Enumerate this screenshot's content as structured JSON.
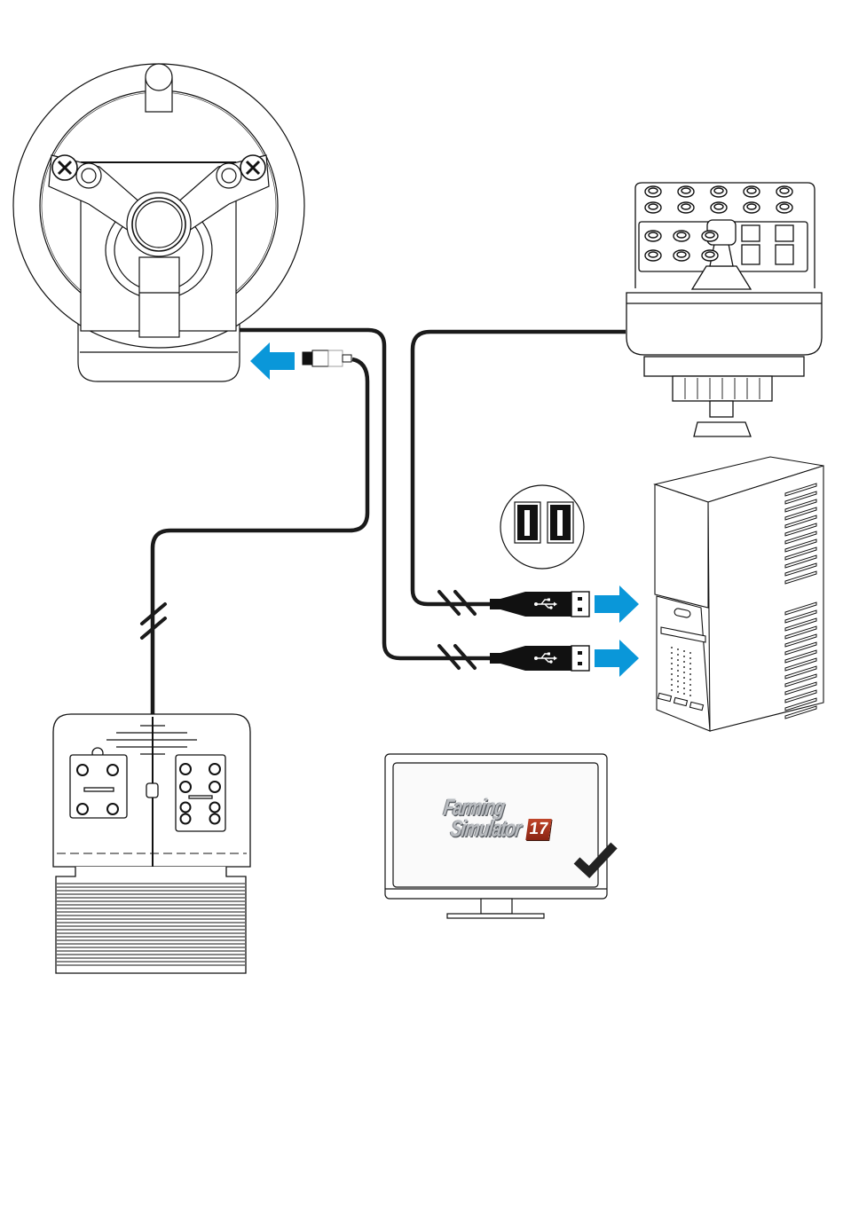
{
  "diagram": {
    "title": "Farming simulator controls connection diagram",
    "devices": {
      "steering_wheel": {
        "label": "Steering wheel"
      },
      "side_panel": {
        "label": "Side panel with joystick"
      },
      "pedals": {
        "label": "Pedals"
      },
      "pc": {
        "label": "PC tower"
      },
      "monitor": {
        "label": "Monitor"
      }
    },
    "connections": [
      {
        "from": "pedals",
        "to": "steering_wheel",
        "connector": "mini-connector",
        "direction": "left"
      },
      {
        "from": "side_panel",
        "to": "pc",
        "connector": "USB-A",
        "direction": "right"
      },
      {
        "from": "steering_wheel",
        "to": "pc",
        "connector": "USB-A",
        "direction": "right"
      }
    ],
    "usb_ports": {
      "count": 2,
      "label": "USB ports"
    },
    "screen": {
      "logo_line1": "Farming",
      "logo_line2": "Simulator",
      "logo_badge": "17",
      "status": "check"
    },
    "colors": {
      "arrow": "#0a97d9",
      "cable": "#1a1a1a",
      "logo_badge": "#a8321c"
    }
  }
}
